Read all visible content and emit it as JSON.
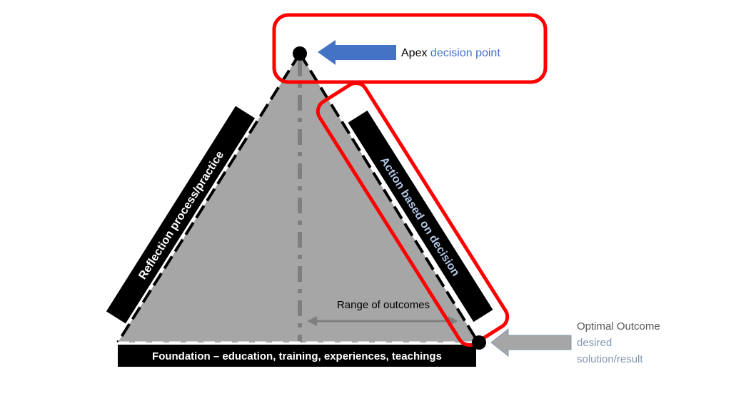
{
  "apex": {
    "label_prefix": "Apex",
    "label_highlight": "decision point"
  },
  "left_side": {
    "label": "Reflection process/practice"
  },
  "right_side": {
    "label": "Action based on decision"
  },
  "base": {
    "label": "Foundation – education, training, experiences, teachings"
  },
  "range": {
    "label": "Range of outcomes"
  },
  "outcome": {
    "line1": "Optimal Outcome",
    "line2": "desired",
    "line3": "solution/result"
  },
  "colors": {
    "triangle": "#a6a6a6",
    "highlight": "#ff0000",
    "blue_arrow": "#4472c4",
    "gray_arrow": "#a6a6a6",
    "action_text": "#b4c7e7",
    "outcome_sub": "#8497b0"
  }
}
